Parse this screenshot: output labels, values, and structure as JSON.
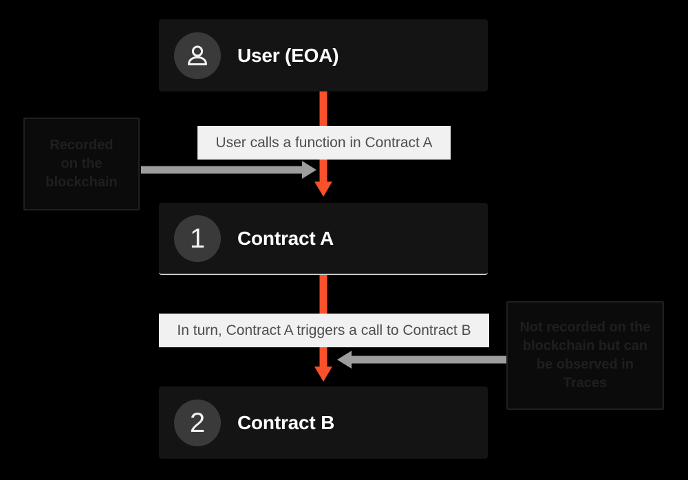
{
  "diagram": {
    "background_color": "#000000",
    "accent_color": "#f9512c",
    "connector_color": "#9d9d9d",
    "nodes": [
      {
        "id": "user",
        "badge_type": "person-icon",
        "badge_text": "",
        "label": "User (EOA)"
      },
      {
        "id": "contract-a",
        "badge_type": "number",
        "badge_text": "1",
        "label": "Contract A"
      },
      {
        "id": "contract-b",
        "badge_type": "number",
        "badge_text": "2",
        "label": "Contract B"
      }
    ],
    "edge_labels": [
      {
        "id": "edge-user-to-a",
        "text": "User calls a function in Contract A"
      },
      {
        "id": "edge-a-to-b",
        "text": "In turn, Contract A triggers a call to Contract B"
      }
    ],
    "callouts": [
      {
        "id": "callout-recorded",
        "lines": [
          "Recorded",
          "on the",
          "blockchain"
        ]
      },
      {
        "id": "callout-not-recorded",
        "lines": [
          "Not recorded on the",
          "blockchain but can",
          "be observed in",
          "Traces"
        ]
      }
    ]
  }
}
